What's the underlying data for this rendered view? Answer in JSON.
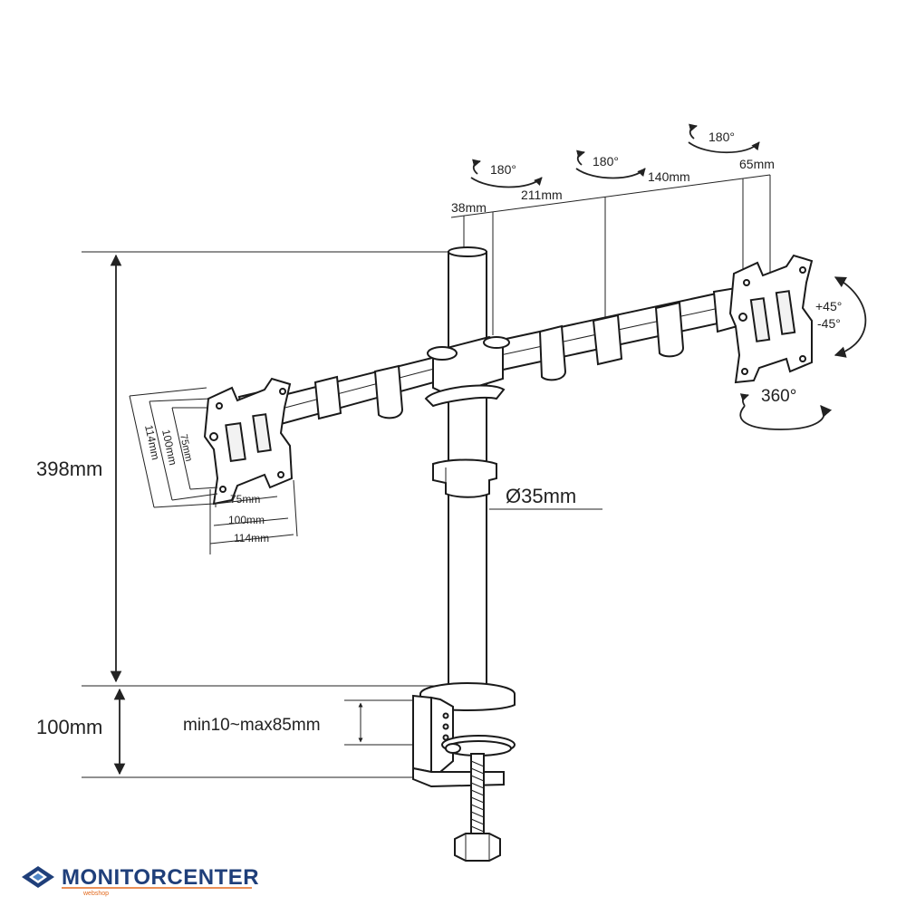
{
  "dimensions": {
    "total_height": "398mm",
    "clamp_height": "100mm",
    "pole_diameter": "Ø35mm",
    "desk_thickness": "min10~max85mm",
    "arm_seg_38": "38mm",
    "arm_seg_211": "211mm",
    "arm_seg_140": "140mm",
    "arm_seg_65": "65mm",
    "vesa_75_h": "75mm",
    "vesa_100_h": "100mm",
    "vesa_114_h": "114mm",
    "vesa_75_v": "75mm",
    "vesa_100_v": "100mm",
    "vesa_114_v": "114mm"
  },
  "rotations": {
    "joint_left": "180°",
    "joint_mid": "180°",
    "joint_right": "180°",
    "tilt_up": "+45°",
    "tilt_down": "-45°",
    "swivel": "360°"
  },
  "logo": {
    "brand_a": "MONITOR",
    "brand_b": "CENTER",
    "tagline": "webshop",
    "brand_color": "#1f3f7a",
    "accent_color": "#e36a1e"
  }
}
